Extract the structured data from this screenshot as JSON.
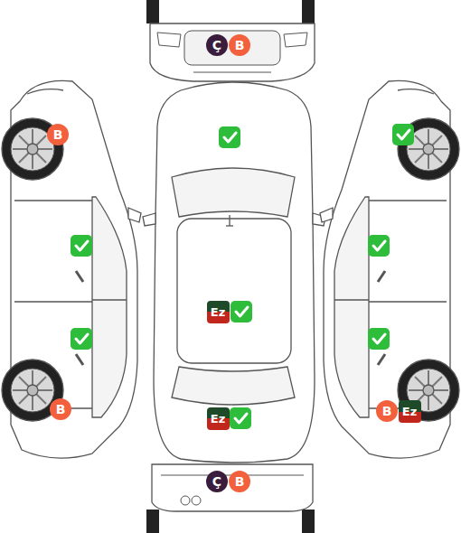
{
  "diagram": {
    "nodes": [
      {
        "text": [
          "Ç"
        ]
      },
      {
        "text": [
          "B"
        ]
      },
      {
        "text": [
          "B"
        ]
      },
      {
        "text": [
          "Ez"
        ]
      },
      {
        "text": [
          "B"
        ]
      },
      {
        "text": [
          "B"
        ]
      },
      {
        "text": [
          "Ez"
        ]
      },
      {
        "text": [
          "Ez"
        ]
      },
      {
        "text": [
          "Ç"
        ]
      },
      {
        "text": [
          "B"
        ]
      }
    ]
  }
}
